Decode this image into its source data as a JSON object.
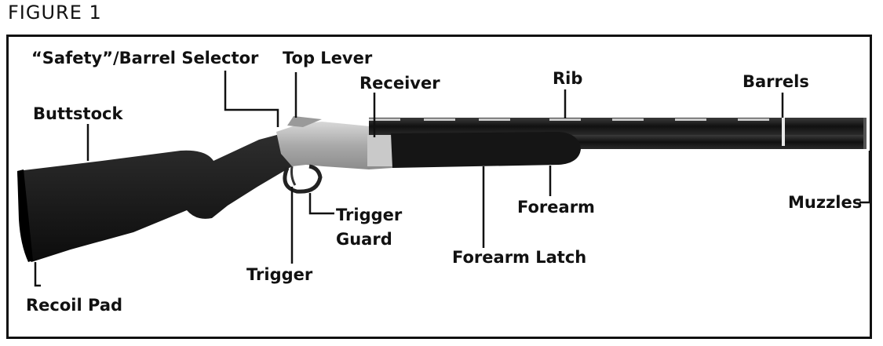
{
  "figure_title": "FIGURE 1",
  "labels": {
    "safety": "“Safety”/Barrel Selector",
    "top_lever": "Top Lever",
    "receiver": "Receiver",
    "rib": "Rib",
    "barrels": "Barrels",
    "buttstock": "Buttstock",
    "trigger_guard_1": "Trigger",
    "trigger_guard_2": "Guard",
    "forearm": "Forearm",
    "muzzles": "Muzzles",
    "forearm_latch": "Forearm Latch",
    "trigger": "Trigger",
    "recoil_pad": "Recoil Pad"
  }
}
